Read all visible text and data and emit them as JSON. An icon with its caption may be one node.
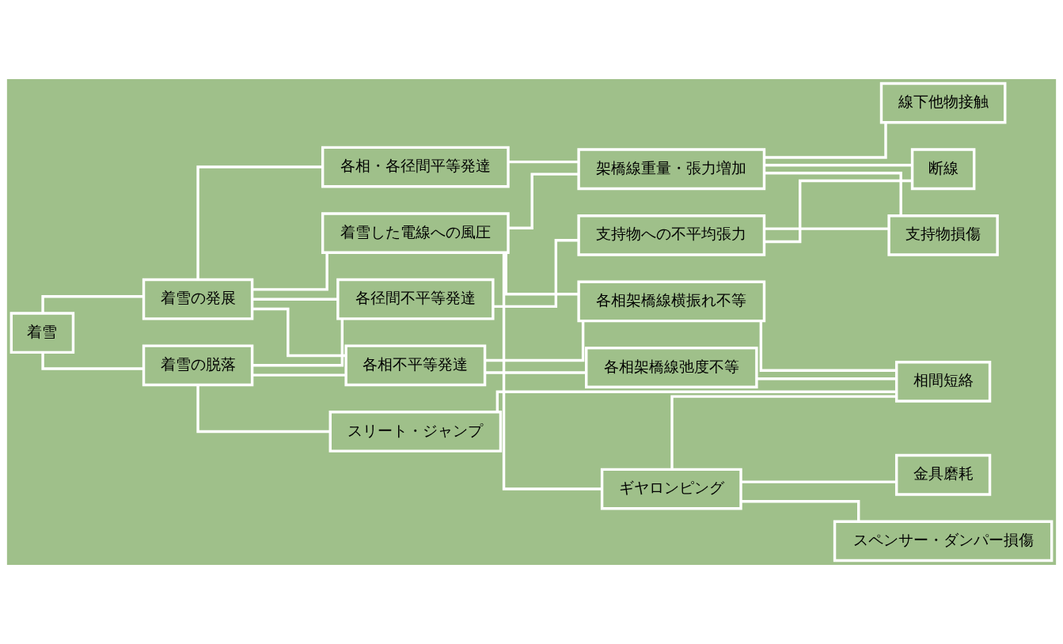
{
  "diagram": {
    "nodes": [
      {
        "text": [
          "着雪"
        ]
      },
      {
        "text": [
          "着雪の発展"
        ]
      },
      {
        "text": [
          "着雪の脱落"
        ]
      },
      {
        "text": [
          "各相・各径間平等発達"
        ]
      },
      {
        "text": [
          "各相不平等発達"
        ]
      },
      {
        "text": [
          "各径間不平等発達"
        ]
      },
      {
        "text": [
          "着雪した電線への風圧"
        ]
      },
      {
        "text": [
          "架橋線重量・張力増加"
        ]
      },
      {
        "text": [
          "各相架橋線弛度不等"
        ]
      },
      {
        "text": [
          "各相架橋線横振れ不等"
        ]
      },
      {
        "text": [
          "支持物への不平均張力"
        ]
      },
      {
        "text": [
          "ギヤロンピング"
        ]
      },
      {
        "text": [
          "スリート・ジャンプ"
        ]
      },
      {
        "text": [
          "断線"
        ]
      },
      {
        "text": [
          "相間短絡"
        ]
      },
      {
        "text": [
          "支持物損傷"
        ]
      },
      {
        "text": [
          "線下他物接触"
        ]
      },
      {
        "text": [
          "金具磨耗"
        ]
      },
      {
        "text": [
          "スペンサー・ダンパー損傷"
        ]
      }
    ],
    "edges": [
      {
        "from": 0,
        "to": 1,
        "arrow": "none"
      },
      {
        "from": 0,
        "to": 2,
        "arrow": "none"
      },
      {
        "from": 1,
        "to": 3,
        "arrow": "none"
      },
      {
        "from": 1,
        "to": 4,
        "arrow": "none"
      },
      {
        "from": 1,
        "to": 5,
        "arrow": "none"
      },
      {
        "from": 1,
        "to": 6,
        "arrow": "none"
      },
      {
        "from": 2,
        "to": 4,
        "arrow": "none"
      },
      {
        "from": 2,
        "to": 5,
        "arrow": "none"
      },
      {
        "from": 2,
        "to": 12,
        "arrow": "none"
      },
      {
        "from": 3,
        "to": 7,
        "arrow": "none"
      },
      {
        "from": 6,
        "to": 7,
        "arrow": "none"
      },
      {
        "from": 6,
        "to": 9,
        "arrow": "none"
      },
      {
        "from": 4,
        "to": 8,
        "arrow": "none"
      },
      {
        "from": 4,
        "to": 9,
        "arrow": "none"
      },
      {
        "from": 5,
        "to": 10,
        "arrow": "none"
      },
      {
        "from": 6,
        "to": 11,
        "arrow": "none"
      },
      {
        "from": 7,
        "to": 13,
        "arrow": "none"
      },
      {
        "from": 7,
        "to": 15,
        "arrow": "none"
      },
      {
        "from": 7,
        "to": 16,
        "arrow": "none"
      },
      {
        "from": 10,
        "to": 13,
        "arrow": "none"
      },
      {
        "from": 10,
        "to": 15,
        "arrow": "none"
      },
      {
        "from": 8,
        "to": 14,
        "arrow": "none"
      },
      {
        "from": 9,
        "to": 14,
        "arrow": "none"
      },
      {
        "from": 12,
        "to": 14,
        "arrow": "none"
      },
      {
        "from": 11,
        "to": 14,
        "arrow": "none"
      },
      {
        "from": 11,
        "to": 17,
        "arrow": "none"
      },
      {
        "from": 11,
        "to": 18,
        "arrow": "none"
      }
    ]
  }
}
